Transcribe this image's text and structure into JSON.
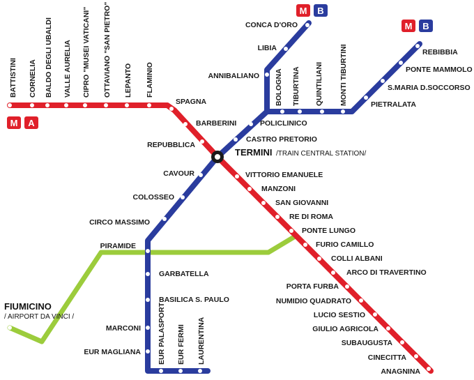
{
  "colors": {
    "line_a": "#e0202a",
    "line_b": "#2a3c9e",
    "train": "#9ccc3c",
    "logo_m": "#e0202a",
    "logo_a": "#e0202a",
    "logo_b": "#2a3c9e"
  },
  "logos": {
    "m": "M",
    "a": "A",
    "b": "B"
  },
  "termini": {
    "name": "TERMINI",
    "subtitle": "/TRAIN CENTRAL STATION/"
  },
  "fiumicino": {
    "name": "FIUMICINO",
    "subtitle": "/ AIRPORT DA VINCI /"
  },
  "line_a_stations": [
    "BATTISTINI",
    "CORNELIA",
    "BALDO DEGLI UBALDI",
    "VALLE AURELIA",
    "CIPRO \"MUSEI VATICANI\"",
    "OTTAVIANO \"SAN PIETRO\"",
    "LEPANTO",
    "FLAMINIO",
    "SPAGNA",
    "BARBERINI",
    "REPUBBLICA",
    "VITTORIO EMANUELE",
    "MANZONI",
    "SAN GIOVANNI",
    "RE DI ROMA",
    "PONTE LUNGO",
    "FURIO CAMILLO",
    "COLLI ALBANI",
    "ARCO DI TRAVERTINO",
    "PORTA FURBA",
    "NUMIDIO QUADRATO",
    "LUCIO SESTIO",
    "GIULIO AGRICOLA",
    "SUBAUGUSTA",
    "CINECITTA",
    "ANAGNINA"
  ],
  "line_b_stations": [
    "CONCA D'ORO",
    "LIBIA",
    "ANNIBALIANO",
    "BOLOGNA",
    "TIBURTINA",
    "QUINTILIANI",
    "MONTI TIBURTINI",
    "PIETRALATA",
    "S.MARIA D.SOCCORSO",
    "PONTE MAMMOLO",
    "REBIBBIA",
    "POLICLINICO",
    "CASTRO PRETORIO",
    "CAVOUR",
    "COLOSSEO",
    "CIRCO MASSIMO",
    "PIRAMIDE",
    "GARBATELLA",
    "BASILICA S. PAULO",
    "MARCONI",
    "EUR MAGLIANA",
    "EUR PALASPORT",
    "EUR FERMI",
    "LAURENTINA"
  ]
}
